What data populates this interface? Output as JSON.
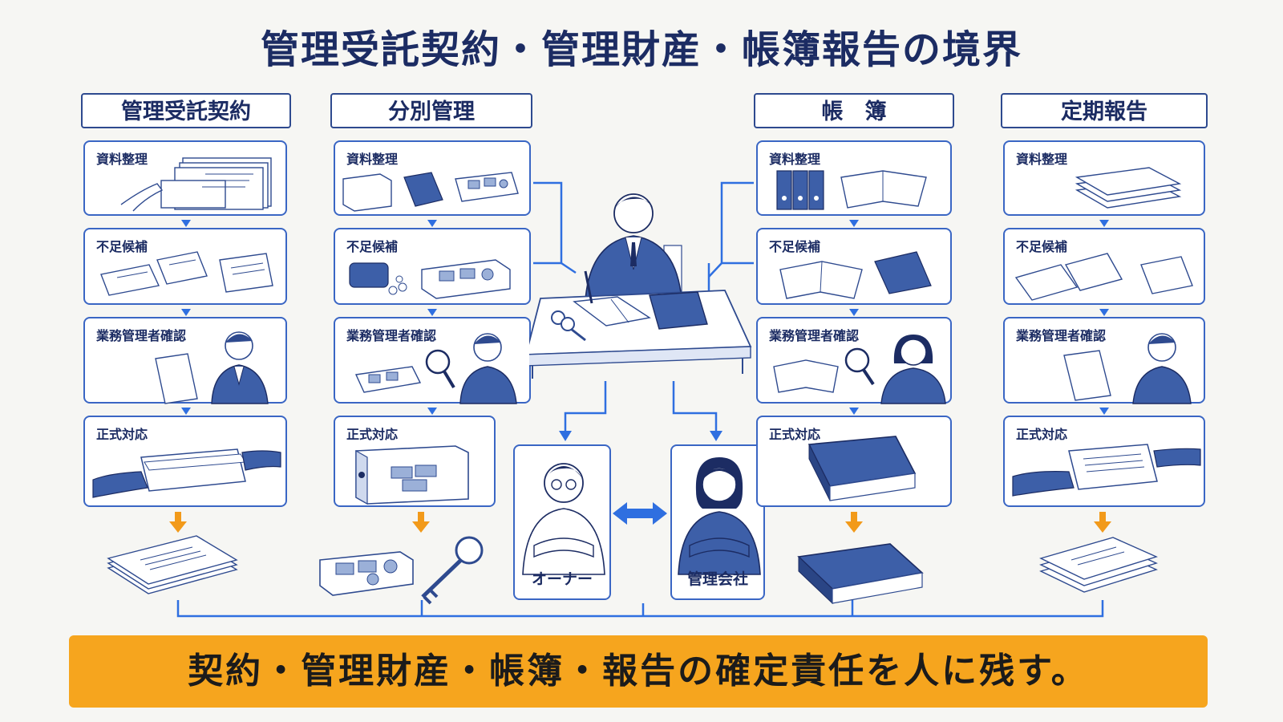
{
  "title": "管理受託契約・管理財産・帳簿報告の境界",
  "columns": [
    {
      "header": "管理受託契約",
      "steps": [
        "資料整理",
        "不足候補",
        "業務管理者確認",
        "正式対応"
      ]
    },
    {
      "header": "分別管理",
      "steps": [
        "資料整理",
        "不足候補",
        "業務管理者確認",
        "正式対応"
      ]
    },
    {
      "header": "帳　簿",
      "steps": [
        "資料整理",
        "不足候補",
        "業務管理者確認",
        "正式対応"
      ]
    },
    {
      "header": "定期報告",
      "steps": [
        "資料整理",
        "不足候補",
        "業務管理者確認",
        "正式対応"
      ]
    }
  ],
  "center": {
    "owner_label": "オーナー",
    "company_label": "管理会社"
  },
  "banner": "契約・管理財産・帳簿・報告の確定責任を人に残す。",
  "colors": {
    "line_blue": "#2f6fe0",
    "border_blue": "#3a66c4",
    "navy": "#1c2c63",
    "orange": "#f6a51e",
    "arrow_orange": "#f29a1a",
    "background": "#f6f6f3"
  }
}
